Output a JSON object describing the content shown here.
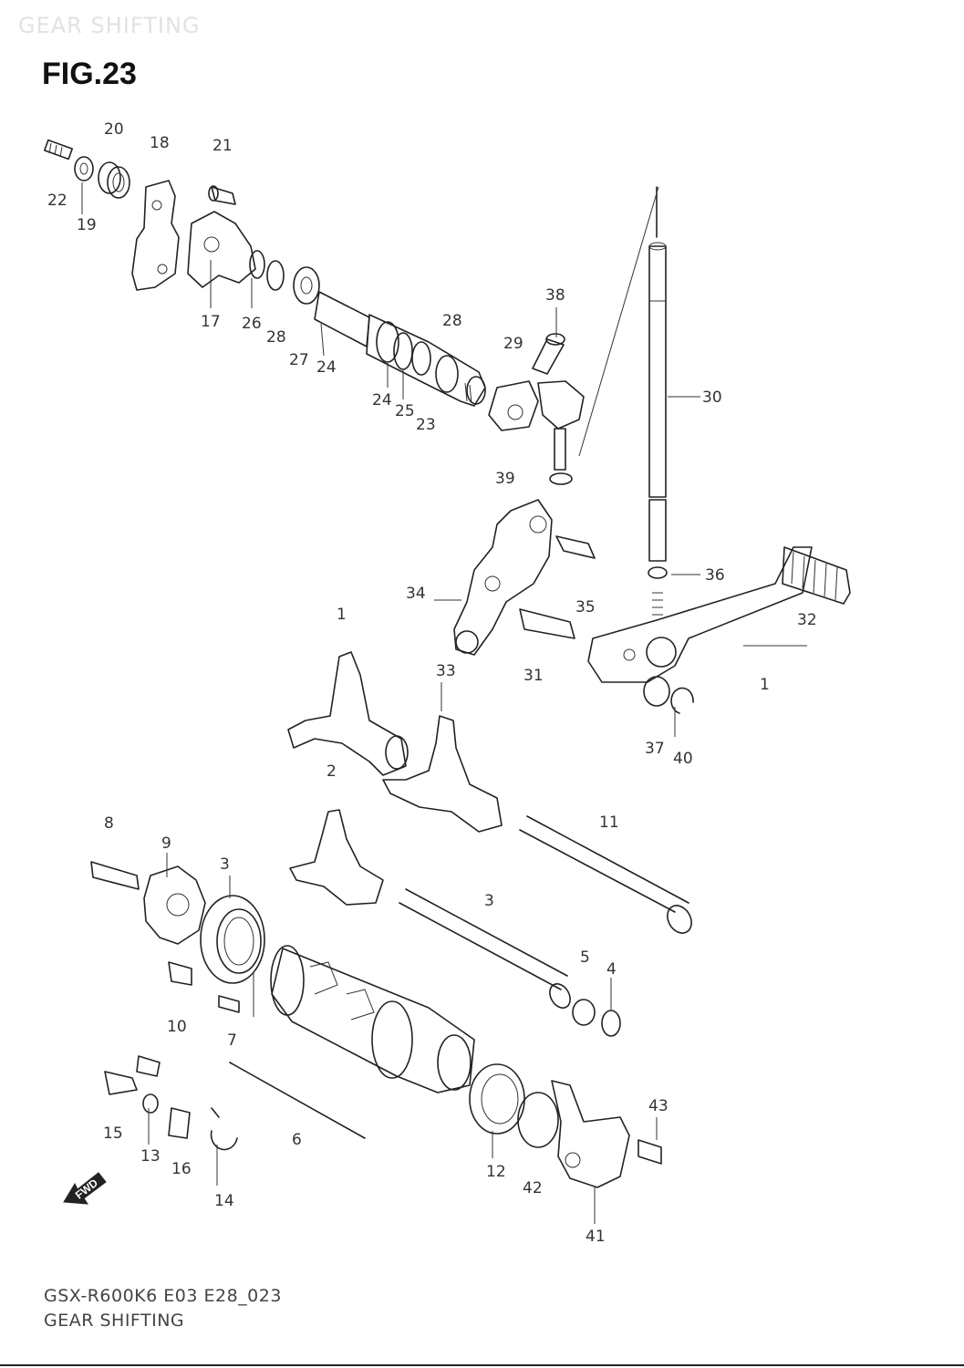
{
  "header": {
    "ghost_title": "GEAR SHIFTING",
    "figure": "FIG.23"
  },
  "footer": {
    "model_code": "GSX-R600K6 E03 E28_023",
    "section_name": "GEAR SHIFTING"
  },
  "fwd_label": "FWD",
  "callouts": [
    "20",
    "18",
    "21",
    "22",
    "19",
    "17",
    "26",
    "28",
    "27",
    "24",
    "28",
    "29",
    "38",
    "24",
    "25",
    "23",
    "30",
    "39",
    "34",
    "35",
    "36",
    "32",
    "1",
    "33",
    "31",
    "1",
    "2",
    "37",
    "40",
    "8",
    "9",
    "3",
    "11",
    "3",
    "5",
    "4",
    "10",
    "7",
    "6",
    "43",
    "15",
    "13",
    "16",
    "12",
    "42",
    "14",
    "41"
  ]
}
